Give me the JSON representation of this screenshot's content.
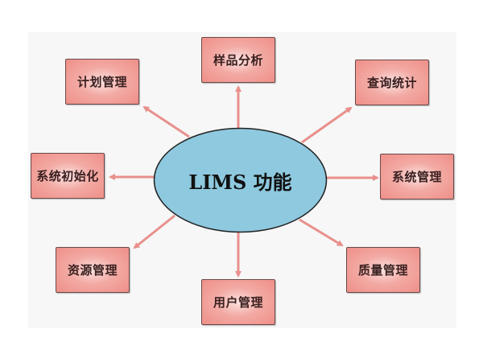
{
  "center": {
    "label": "LIMS 功能"
  },
  "nodes": [
    {
      "id": "sample",
      "label": "样品分析"
    },
    {
      "id": "plan",
      "label": "计划管理"
    },
    {
      "id": "query",
      "label": "查询统计"
    },
    {
      "id": "init",
      "label": "系统初始化"
    },
    {
      "id": "sysmgmt",
      "label": "系统管理"
    },
    {
      "id": "resource",
      "label": "资源管理"
    },
    {
      "id": "quality",
      "label": "质量管理"
    },
    {
      "id": "user",
      "label": "用户管理"
    }
  ],
  "colors": {
    "box": "#ee8f88",
    "ellipse": "#8ec9df",
    "arrow": "#e8908c",
    "border": "#6a4a4a"
  }
}
